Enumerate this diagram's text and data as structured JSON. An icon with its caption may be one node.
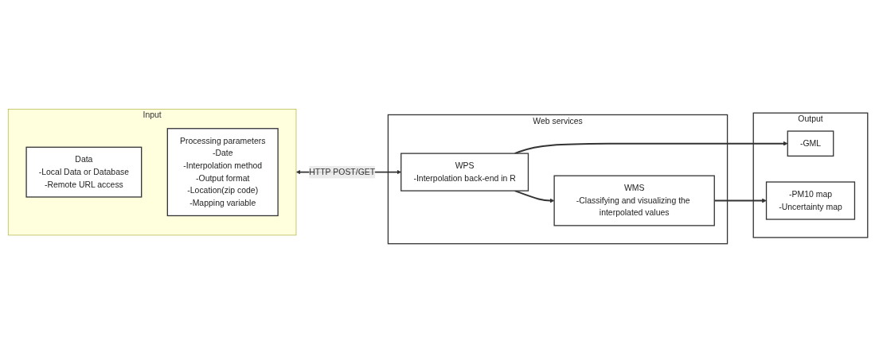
{
  "diagram": {
    "nodes": [
      {
        "text": [
          "Input"
        ]
      },
      {
        "text": [
          "Data",
          "-Local Data or Database",
          "-Remote URL access"
        ],
        "in": 0
      },
      {
        "text": [
          "Processing parameters",
          "-Date",
          "-Interpolation method",
          "-Output format",
          "-Location(zip code)",
          "-Mapping variable"
        ],
        "in": 0
      },
      {
        "text": [
          "Web services"
        ]
      },
      {
        "text": [
          "WPS",
          "-Interpolation back-end in R"
        ],
        "in": 3
      },
      {
        "text": [
          "WMS",
          "-Classifying and visualizing the interpolated values"
        ],
        "in": 3
      },
      {
        "text": [
          "Output"
        ]
      },
      {
        "text": [
          "-GML"
        ],
        "in": 6
      },
      {
        "text": [
          "-PM10 map",
          "-Uncertainty map"
        ],
        "in": 6
      }
    ],
    "edges": [
      {
        "from": 0,
        "to": 4,
        "arrow": "both",
        "label": "HTTP POST/GET"
      },
      {
        "from": 4,
        "to": 5,
        "arrow": "to"
      },
      {
        "from": 4,
        "to": 7,
        "arrow": "to"
      },
      {
        "from": 5,
        "to": 8,
        "arrow": "to"
      }
    ]
  }
}
